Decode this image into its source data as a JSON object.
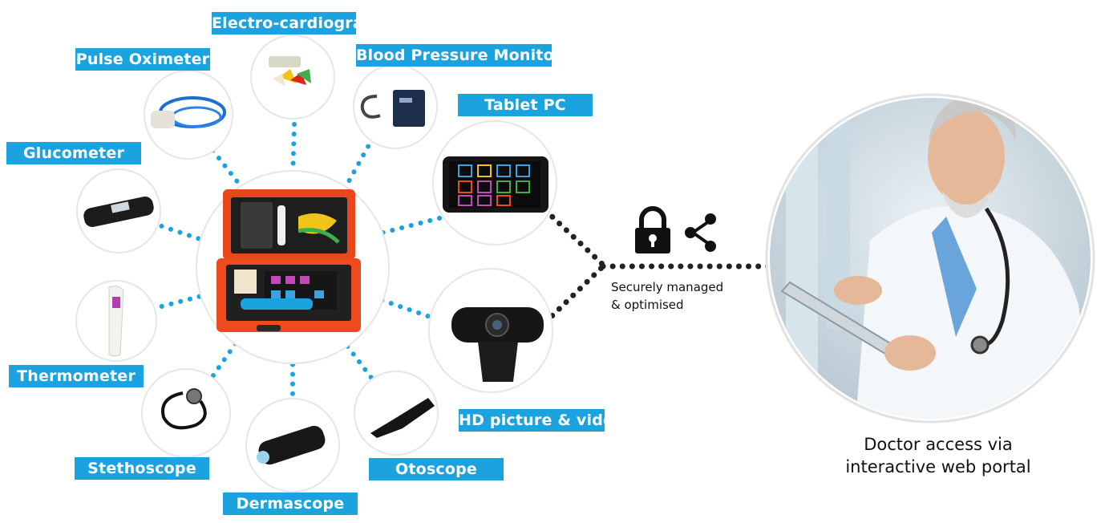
{
  "colors": {
    "accent": "#1ba3e0",
    "case": "#ee4a1d",
    "dots_blue": "#1ba3e0",
    "dots_dark": "#222222"
  },
  "devices": [
    {
      "key": "electro-cardiograph",
      "label": "Electro-cardiograph"
    },
    {
      "key": "pulse-oximeter",
      "label": "Pulse Oximeter"
    },
    {
      "key": "blood-pressure-monitor",
      "label": "Blood Pressure Monitor"
    },
    {
      "key": "tablet-pc",
      "label": "Tablet PC"
    },
    {
      "key": "glucometer",
      "label": "Glucometer"
    },
    {
      "key": "thermometer",
      "label": "Thermometer"
    },
    {
      "key": "stethoscope",
      "label": "Stethoscope"
    },
    {
      "key": "dermascope",
      "label": "Dermascope"
    },
    {
      "key": "otoscope",
      "label": "Otoscope"
    },
    {
      "key": "hd-camera",
      "label": "HD picture & video"
    }
  ],
  "connection": {
    "line1": "Securely managed",
    "line2": "& optimised",
    "icons": [
      "lock-icon",
      "share-icon"
    ]
  },
  "doctor": {
    "line1": "Doctor access via",
    "line2": "interactive web portal"
  }
}
